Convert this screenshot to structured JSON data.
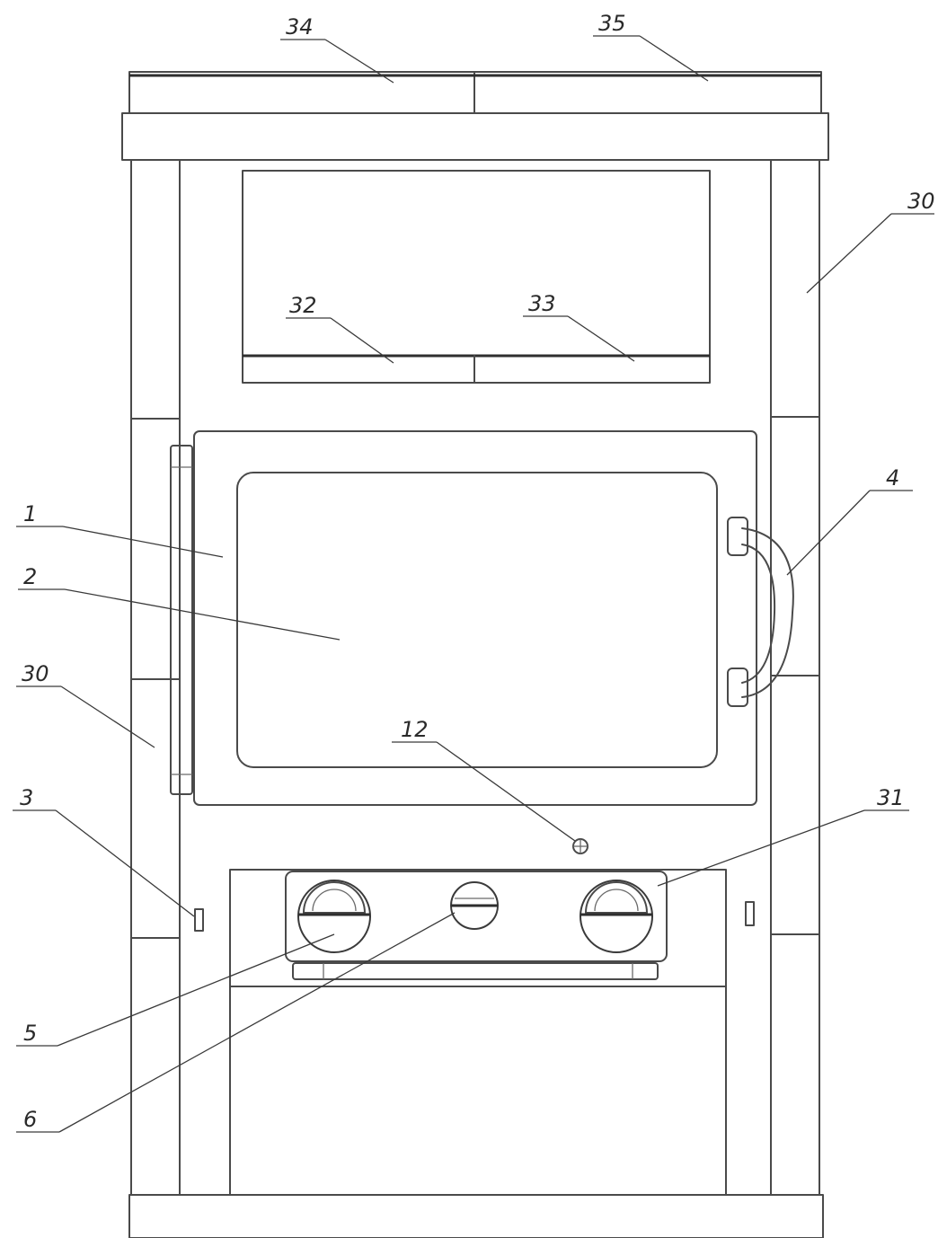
{
  "labels": {
    "l34": "34",
    "l35": "35",
    "l30_right": "30",
    "l32": "32",
    "l33": "33",
    "l1": "1",
    "l2": "2",
    "l4": "4",
    "l30_left": "30",
    "l12": "12",
    "l3": "3",
    "l31": "31",
    "l5": "5",
    "l6": "6"
  },
  "colors": {
    "line": "#4a4a4a",
    "text": "#2a2a2a",
    "background": "#ffffff"
  }
}
